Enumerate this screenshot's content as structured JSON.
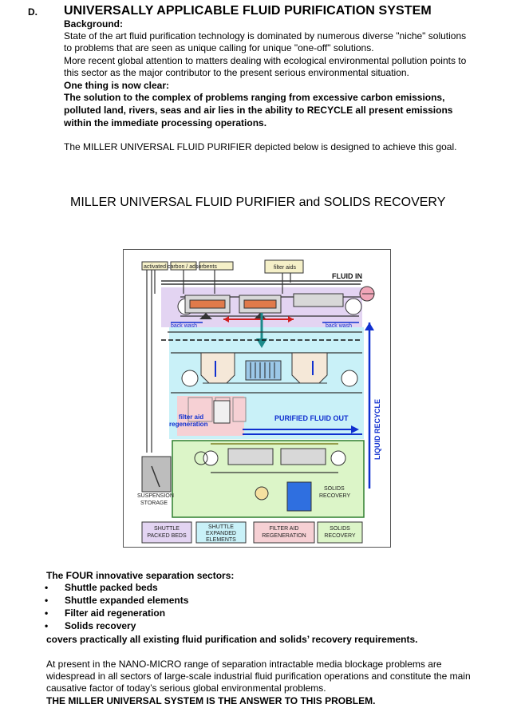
{
  "section": {
    "letter": "D.",
    "title": "UNIVERSALLY APPLICABLE FLUID PURIFICATION SYSTEM"
  },
  "background": {
    "label": "Background:",
    "line1": "State of the art fluid purification technology is dominated by numerous diverse \"niche\" solutions",
    "line2": "to problems that are seen as unique calling for unique \"one-off\" solutions.",
    "line3": "More recent global attention to matters dealing with ecological environmental pollution points to",
    "line4": "this sector as the major contributor to the present serious environmental situation.",
    "clear_label": "One thing is now clear:",
    "bold1": "The solution to the complex of problems ranging from excessive carbon emissions,",
    "bold2": "polluted land, rivers, seas and air lies in the ability to RECYCLE all present emissions",
    "bold3": "within the immediate processing operations.",
    "goal": "The MILLER UNIVERSAL FLUID PURIFIER depicted below is designed to achieve this goal."
  },
  "figure": {
    "title": "MILLER UNIVERSAL FLUID PURIFIER and  SOLIDS RECOVERY",
    "labels": {
      "activated_carbon": "activated carbon / adsorbents",
      "filter_aids": "filter aids",
      "fluid_in": "FLUID IN",
      "back_wash_left": "back wash",
      "back_wash_right": "back wash",
      "filter_aid": "filter aid",
      "regeneration": "regeneration",
      "purified_fluid_out": "PURIFIED FLUID OUT",
      "liquid_recycle": "LIQUID RECYCLE",
      "suspension": "SUSPENSION",
      "storage": "STORAGE",
      "solids_recovery_1": "SOLIDS",
      "solids_recovery_2": "RECOVERY"
    },
    "legend": [
      {
        "line1": "SHUTTLE",
        "line2": "PACKED BEDS",
        "line3": "",
        "color": "#e3d4f2"
      },
      {
        "line1": "SHUTTLE",
        "line2": "EXPANDED",
        "line3": "ELEMENTS",
        "color": "#c9f1f8"
      },
      {
        "line1": "FILTER AID",
        "line2": "REGENERATION",
        "line3": "",
        "color": "#f6d0d4"
      },
      {
        "line1": "SOLIDS",
        "line2": "RECOVERY",
        "line3": "",
        "color": "#dcf5c8"
      }
    ]
  },
  "sectors": {
    "intro": "The FOUR innovative separation sectors:",
    "items": [
      "Shuttle packed beds",
      "Shuttle expanded elements",
      "Filter aid regeneration",
      "Solids recovery"
    ],
    "summary": "covers practically all existing fluid purification and solids’ recovery requirements."
  },
  "closing": {
    "line1": "At present in the NANO-MICRO range of separation intractable media blockage problems are",
    "line2": "widespread in all sectors of large-scale industrial fluid purification operations and constitute the main",
    "line3": "causative factor of today’s serious global environmental problems.",
    "final": "THE MILLER UNIVERSAL SYSTEM IS THE ANSWER TO THIS PROBLEM."
  }
}
